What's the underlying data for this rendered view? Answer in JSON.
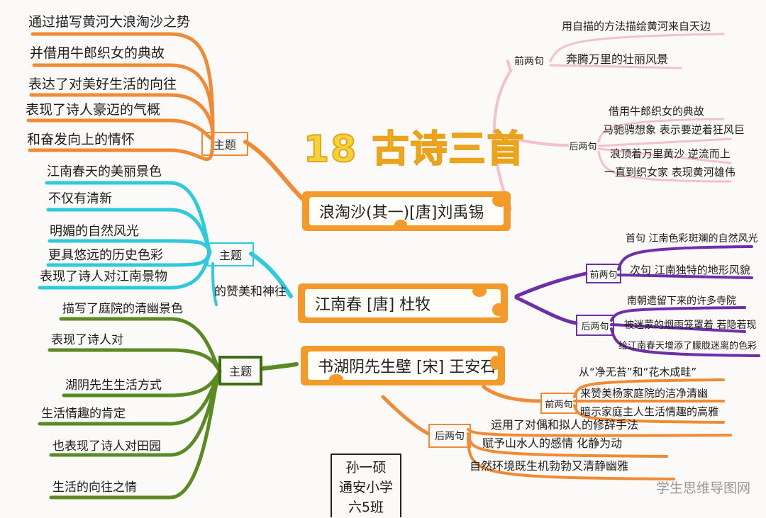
{
  "title": "18 古诗三首",
  "poems": [
    {
      "label": "浪淘沙(其一)[唐]刘禹锡"
    },
    {
      "label": "江南春 [唐] 杜牧"
    },
    {
      "label": "书湖阴先生壁 [宋] 王安石"
    }
  ],
  "left_branches": [
    {
      "color": "#f08a34",
      "hub": "主题",
      "items": [
        "通过描写黄河大浪淘沙之势",
        "并借用牛郎织女的典故",
        "表达了对美好生活的向往",
        "表现了诗人豪迈的气概",
        "和奋发向上的情怀"
      ]
    },
    {
      "color": "#2ec9dc",
      "hub": "主题",
      "items": [
        "江南春天的美丽景色",
        "不仅有清新",
        "明媚的自然风光",
        "更具悠远的历史色彩",
        "表现了诗人对江南景物"
      ],
      "extra": "的赞美和神往"
    },
    {
      "color": "#5a8a22",
      "hub": "主题",
      "items": [
        "描写了庭院的清幽景色",
        "表现了诗人对",
        "湖阴先生生活方式",
        "生活情趣的肯定",
        "也表现了诗人对田园",
        "生活的向往之情"
      ]
    }
  ],
  "right_branches": [
    {
      "color": "#f4bfd0",
      "groups": [
        {
          "label": "前两句",
          "items": [
            "用自描的方法描绘黄河来自天边",
            "奔腾万里的壮丽风景"
          ]
        },
        {
          "label": "后两句",
          "items": [
            "借用牛郎织女的典故",
            "马驰骋想象 表示要逆着狂风巨",
            "浪顶着万里黄沙 逆流而上",
            "一直到织女家 表现黄河雄伟"
          ]
        }
      ]
    },
    {
      "color": "#6e2fa8",
      "groups": [
        {
          "label": "前两句",
          "items": [
            "首句 江南色彩斑斓的自然风光",
            "次句 江南独特的地形风貌"
          ]
        },
        {
          "label": "后两句",
          "items": [
            "南朝遗留下来的许多寺院",
            "被迷蒙的烟雨笼罩着 若隐若现",
            "给江南春天增添了朦胧迷离的色彩"
          ]
        }
      ]
    },
    {
      "color": "#f08a34",
      "groups": [
        {
          "label": "前两句",
          "items": [
            "从“净无苔”和“花木成畦”",
            "来赞美杨家庭院的洁净清幽",
            "暗示家庭主人生活情趣的高雅"
          ]
        },
        {
          "label": "后两句",
          "items": [
            "运用了对偶和拟人的修辞手法",
            "赋予山水人的感情 化静为动",
            "自然环境既生机勃勃又清静幽雅"
          ]
        }
      ]
    }
  ],
  "credit": {
    "name": "孙一硕",
    "school": "通安小学",
    "class": "六5班"
  },
  "watermark": "学生思维导图网"
}
